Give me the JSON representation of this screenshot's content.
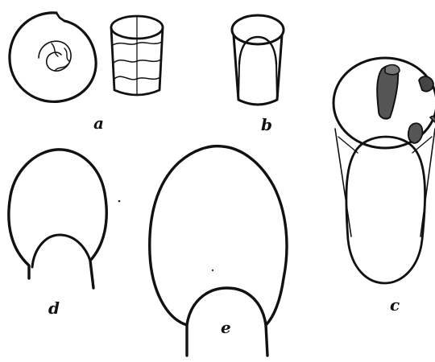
{
  "labels": {
    "a": "a",
    "b": "b",
    "c": "c",
    "d": "d",
    "e": "e"
  },
  "colors": {
    "ink": "#111111",
    "background": "#ffffff"
  }
}
